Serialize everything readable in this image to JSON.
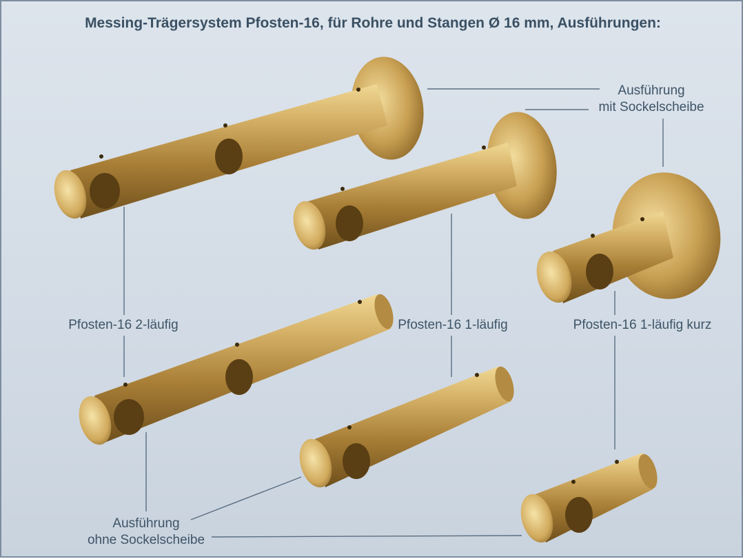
{
  "title": "Messing-Trägersystem Pfosten-16, für Rohre und Stangen Ø 16 mm, Ausführungen:",
  "labels": {
    "mit_line1": "Ausführung",
    "mit_line2": "mit Sockelscheibe",
    "zweilaeufig": "Pfosten-16 2-läufig",
    "einlaeufig": "Pfosten-16 1-läufig",
    "kurz": "Pfosten-16 1-läufig kurz",
    "ohne_line1": "Ausführung",
    "ohne_line2": "ohne Sockelscheibe"
  },
  "colors": {
    "text": "#3e5467",
    "leader": "#5a6e80",
    "brass_light": "#e9cf86",
    "brass_mid": "#c29a4a",
    "brass_dark": "#7a5a22"
  }
}
